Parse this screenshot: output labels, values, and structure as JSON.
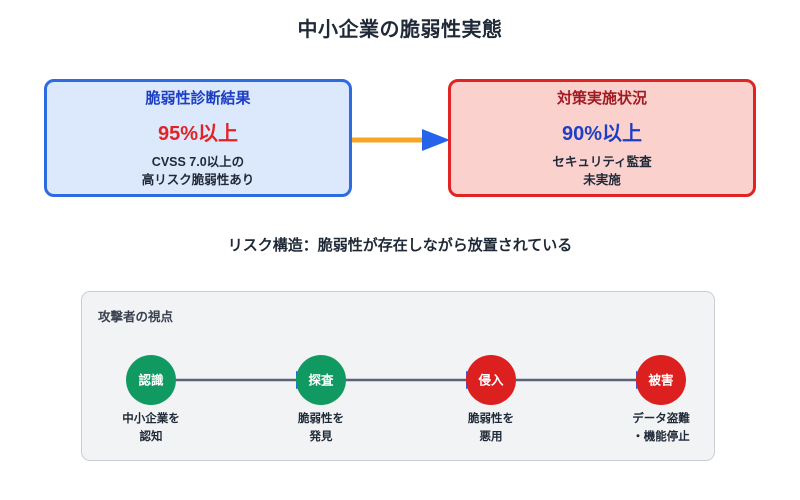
{
  "page": {
    "title": "中小企業の脆弱性実態",
    "risk_caption": "リスク構造：脆弱性が存在しながら放置されている"
  },
  "colors": {
    "blue_border": "#2d6be0",
    "blue_fill": "#dce8fb",
    "blue_text": "#1d3fc4",
    "red_border": "#e02424",
    "red_fill": "#fbd1ce",
    "red_text": "#9e1c22",
    "accent_orange": "#f5a623",
    "arrow_blue": "#2563eb",
    "node_green": "#109a61",
    "node_red": "#dc2020",
    "panel_bg": "#f1f3f5",
    "panel_border": "#c9cfd8",
    "connector_gray": "#5b6378",
    "text_dark": "#1f2937"
  },
  "stats": {
    "diagnosis": {
      "heading": "脆弱性診断結果",
      "value": "95%以上",
      "desc_line1": "CVSS 7.0以上の",
      "desc_line2": "高リスク脆弱性あり"
    },
    "measures": {
      "heading": "対策実施状況",
      "value": "90%以上",
      "desc_line1": "セキュリティ監査",
      "desc_line2": "未実施"
    }
  },
  "attacker_panel": {
    "title": "攻撃者の視点",
    "steps": [
      {
        "node_label": "認識",
        "caption_line1": "中小企業を",
        "caption_line2": "認知",
        "color": "#109a61"
      },
      {
        "node_label": "探査",
        "caption_line1": "脆弱性を",
        "caption_line2": "発見",
        "color": "#109a61"
      },
      {
        "node_label": "侵入",
        "caption_line1": "脆弱性を",
        "caption_line2": "悪用",
        "color": "#dc2020"
      },
      {
        "node_label": "被害",
        "caption_line1": "データ盗難",
        "caption_line2": "・機能停止",
        "color": "#dc2020"
      }
    ]
  }
}
